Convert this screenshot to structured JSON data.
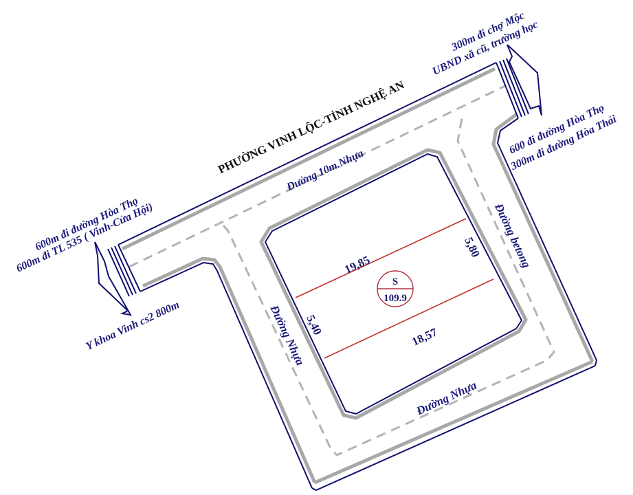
{
  "title": "PHƯỜNG VINH LỘC-TỈNH NGHỆ AN",
  "roads": {
    "top": "Đường 10m.Nhựa",
    "left": "Đường Nhựa",
    "bottom": "Đường Nhựa",
    "right": "Đường betong"
  },
  "directions": {
    "top_right_line1": "300m đi chợ Mộc",
    "top_right_line2": "UBND xã cũ, trường học",
    "right_line1": "600 đi đường Hòa Thọ",
    "right_line2": "300m đi đường Hòa Thái",
    "left_line1": "600m đi đường Hòa Thọ",
    "left_line2": "600m đi TL 535 ( Vinh-Cửa Hội)",
    "bottom_left": "Y khoa Vinh cs2 800m"
  },
  "lot": {
    "top_length": "19,85",
    "bottom_length": "18,57",
    "left_width": "5,40",
    "right_width": "5,80",
    "area_label": "S",
    "area_value": "109.9"
  },
  "colors": {
    "outline": "#10106e",
    "road_edge": "#a8a8a8",
    "lot_line": "#c0302a",
    "label_text": "#1a1a7a"
  }
}
